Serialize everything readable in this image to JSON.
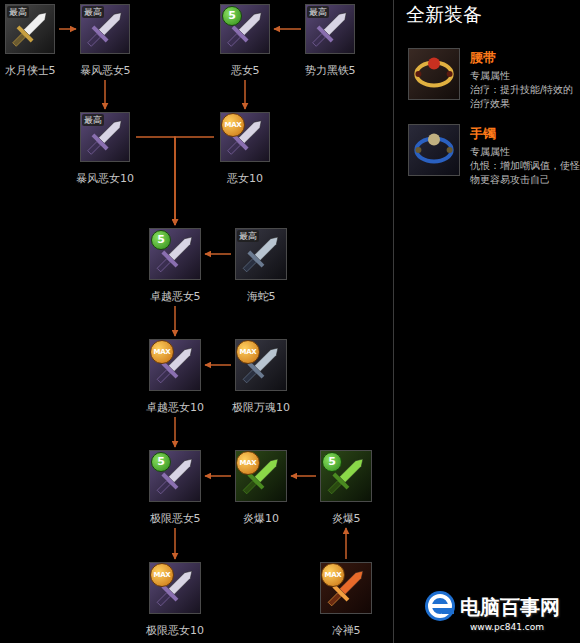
{
  "diagram": {
    "title": "全新装备",
    "nodes": [
      {
        "text": [
          "最高",
          "水月侠士5"
        ]
      },
      {
        "text": [
          "最高",
          "暴风恶女5"
        ]
      },
      {
        "text": [
          "5",
          "恶女5"
        ]
      },
      {
        "text": [
          "最高",
          "势力黑铁5"
        ]
      },
      {
        "text": [
          "最高",
          "暴风恶女10"
        ]
      },
      {
        "text": [
          "MAX",
          "恶女10"
        ]
      },
      {
        "text": [
          "5",
          "卓越恶女5"
        ]
      },
      {
        "text": [
          "最高",
          "海蛇5"
        ]
      },
      {
        "text": [
          "MAX",
          "卓越恶女10"
        ]
      },
      {
        "text": [
          "MAX",
          "极限万魂10"
        ]
      },
      {
        "text": [
          "5",
          "极限恶女5"
        ]
      },
      {
        "text": [
          "MAX",
          "炎爆10"
        ]
      },
      {
        "text": [
          "5",
          "炎爆5"
        ]
      },
      {
        "text": [
          "MAX",
          "极限恶女10"
        ]
      },
      {
        "text": [
          "MAX",
          "冷禅5"
        ]
      },
      {
        "text": [
          "腰带",
          "专属属性",
          "治疗：提升技能/特效的治疗效果"
        ]
      },
      {
        "text": [
          "手镯",
          "专属属性",
          "仇恨：增加嘲讽值，使怪物更容易攻击自己"
        ]
      }
    ],
    "edges": [
      {
        "from": 0,
        "to": 1,
        "arrow": "to"
      },
      {
        "from": 3,
        "to": 2,
        "arrow": "to"
      },
      {
        "from": 2,
        "to": 5,
        "arrow": "to"
      },
      {
        "from": 1,
        "to": 4,
        "arrow": "to"
      },
      {
        "from": 4,
        "to": 6,
        "arrow": "to"
      },
      {
        "from": 5,
        "to": 6,
        "arrow": "to"
      },
      {
        "from": 7,
        "to": 6,
        "arrow": "to"
      },
      {
        "from": 6,
        "to": 8,
        "arrow": "to"
      },
      {
        "from": 9,
        "to": 8,
        "arrow": "to"
      },
      {
        "from": 8,
        "to": 10,
        "arrow": "to"
      },
      {
        "from": 11,
        "to": 10,
        "arrow": "to"
      },
      {
        "from": 12,
        "to": 11,
        "arrow": "to"
      },
      {
        "from": 14,
        "to": 12,
        "arrow": "to"
      },
      {
        "from": 10,
        "to": 13,
        "arrow": "to"
      }
    ],
    "labels": [
      "电脑百事网",
      "www.pc841.com"
    ]
  }
}
